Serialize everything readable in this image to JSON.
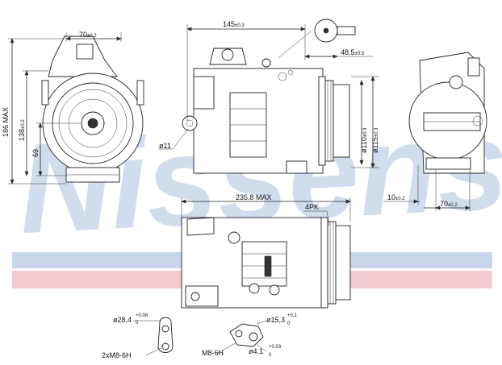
{
  "watermark": {
    "text": "Nissens",
    "color": "#c9d6ea"
  },
  "stripes": {
    "blue": "#c9d6ea",
    "pink": "#f4c9d0"
  },
  "dimensions": {
    "width_70_left": "70",
    "width_70_left_tol": "±0.2",
    "height_186": "186",
    "height_186_suffix": "MAX",
    "height_138": "138",
    "height_138_tol": "±0.2",
    "height_69": "69",
    "length_145": "145",
    "length_145_tol": "±0.3",
    "offset_48_5": "48.5",
    "offset_48_5_tol": "±0.5",
    "hole_11": "ø11",
    "dia_110": "ø110",
    "dia_110_tol": "±0.3",
    "dia_115": "ø115",
    "dia_115_tol": "±0.3",
    "length_235_8": "235.8",
    "length_235_8_suffix": "MAX",
    "belt_4pk": "4PK",
    "offset_10": "10",
    "offset_10_tol": "±0.2",
    "width_70_right": "70",
    "width_70_right_tol": "±0.2",
    "port1_dia": "ø28,4",
    "port1_tol_upper": "+0.08",
    "port1_tol_lower": "0",
    "port1_thread": "2xM8-6H",
    "port2_dia": "ø15,3",
    "port2_tol_upper": "+0.1",
    "port2_tol_lower": "0",
    "port2_thread": "M8-6H",
    "port2_pin": "ø4,1",
    "port2_pin_tol_upper": "+0.03",
    "port2_pin_tol_lower": "0"
  }
}
